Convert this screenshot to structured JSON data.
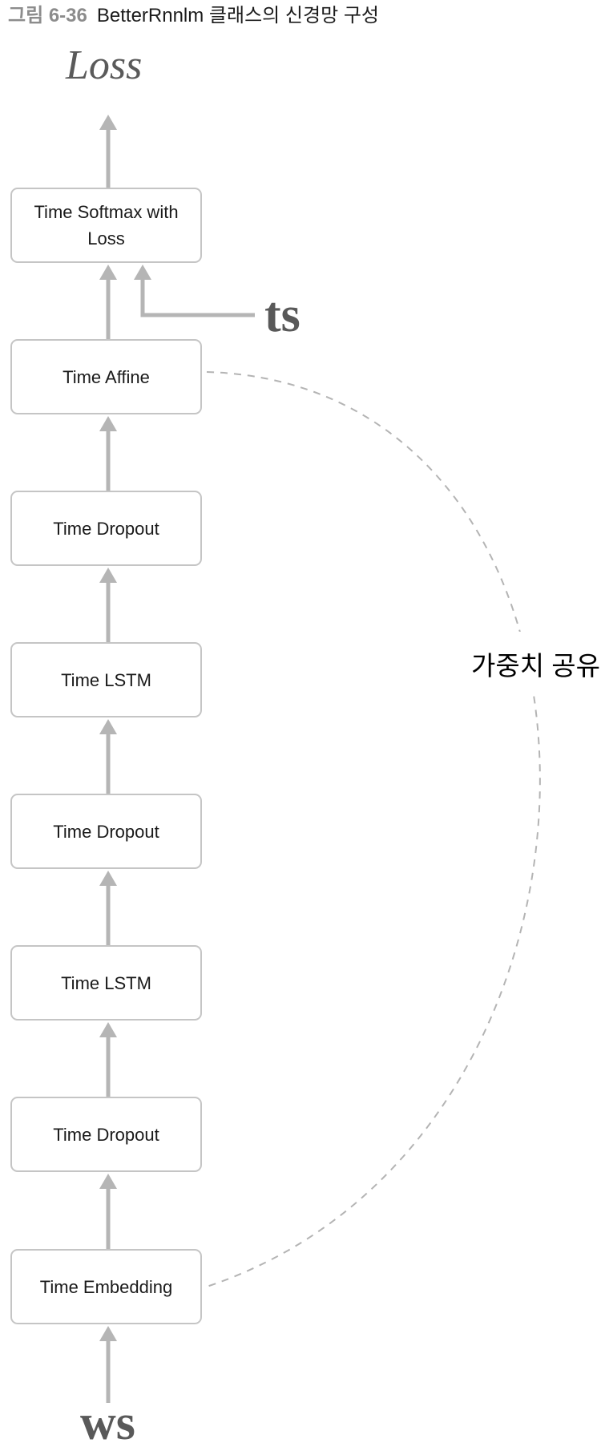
{
  "figure": {
    "caption_tag": "그림 6-36",
    "caption_text": "BetterRnnlm 클래스의 신경망 구성"
  },
  "diagram": {
    "output_label": "Loss",
    "target_label": "ts",
    "input_label": "ws",
    "weight_sharing_label": "가중치 공유",
    "layers": [
      "Time Softmax with Loss",
      "Time Affine",
      "Time Dropout",
      "Time LSTM",
      "Time Dropout",
      "Time LSTM",
      "Time Dropout",
      "Time Embedding"
    ],
    "colors": {
      "arrow": "#b5b5b5",
      "dashed_line": "#b4b4b4",
      "box_border": "#c5c5c5",
      "box_text": "#1a1a1a",
      "serif_label": "#595959",
      "caption_tag": "#8c8c8c",
      "caption_text": "#1b1b1b"
    }
  }
}
